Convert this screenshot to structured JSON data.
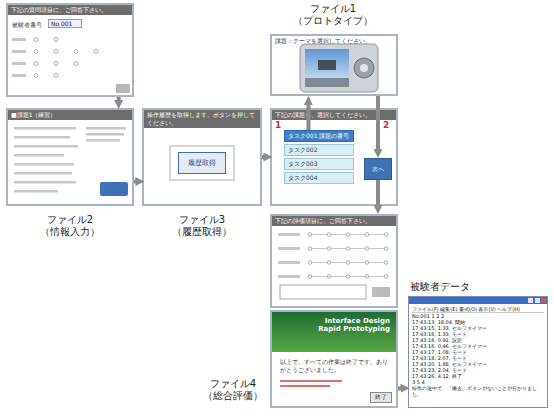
{
  "diagram": {
    "nodes": [
      {
        "text": [
          "下記の質問項目に、ご回答下さい。",
          "被験者番号",
          "No.001"
        ]
      },
      {
        "text": [
          "■課題1（練習）"
        ]
      },
      {
        "text": [
          "操作履歴を取得します。ボタンを押してください。"
        ]
      },
      {
        "text": [
          "履歴取得"
        ],
        "in": 2
      },
      {
        "text": [
          "下記の課題を、選択してください。"
        ]
      },
      {
        "text": [
          "タスク001 課題の番号"
        ],
        "in": 4
      },
      {
        "text": [
          "タスク002"
        ],
        "in": 4
      },
      {
        "text": [
          "タスク003"
        ],
        "in": 4
      },
      {
        "text": [
          "タスク004"
        ],
        "in": 4
      },
      {
        "text": [
          "次へ"
        ],
        "in": 4
      },
      {
        "text": [
          "課題：テーマを選択してください。"
        ]
      },
      {
        "text": [
          "下記の評価項目に、ご回答下さい。"
        ]
      },
      {
        "text": [
          "Interface Design Rapid Prototyping",
          "以上で、すべての作業は終了です。ありがとうございました。"
        ]
      },
      {
        "text": [
          "終了"
        ],
        "in": 12
      },
      {
        "text": [
          "ファイル(F) 編集(E) 書式(O) 表示(V) ヘルプ(H)",
          "No.001 1 2 2",
          "17:43:13, 18.04, 開始",
          "17:43:15, 1.33, セルフタイマー",
          "17:43:16, 1.33, モード",
          "17:43:16, 0.91, 設定",
          "17:43:16, 0.46, セルフタイマー",
          "17:43:17, 1.08, モード",
          "17:43:18, 2.07, モード",
          "17:43:20, 1.88, セルフタイマー",
          "17:43:23, 2.04, モード",
          "17:43:26, 4.12, 終了",
          "3 5 4",
          "操作の途中で、「撤去」ボタンがないことが分かりました。"
        ]
      }
    ],
    "edges": [
      {
        "from": 0,
        "to": 1,
        "arrow": "to"
      },
      {
        "from": 1,
        "to": 2,
        "arrow": "to"
      },
      {
        "from": 2,
        "to": 4,
        "arrow": "to"
      },
      {
        "from": 5,
        "to": 10,
        "arrow": "to"
      },
      {
        "from": 10,
        "to": 9,
        "arrow": "to"
      },
      {
        "from": 9,
        "to": 11,
        "arrow": "to"
      },
      {
        "from": 12,
        "to": 14,
        "arrow": "to"
      }
    ],
    "labels": [
      "ファイル1 （プロトタイプ）",
      "ファイル2 （情報入力）",
      "ファイル3 （履歴取得）",
      "1",
      "2",
      "ファイル4 （総合評価）",
      "被験者データ"
    ]
  }
}
